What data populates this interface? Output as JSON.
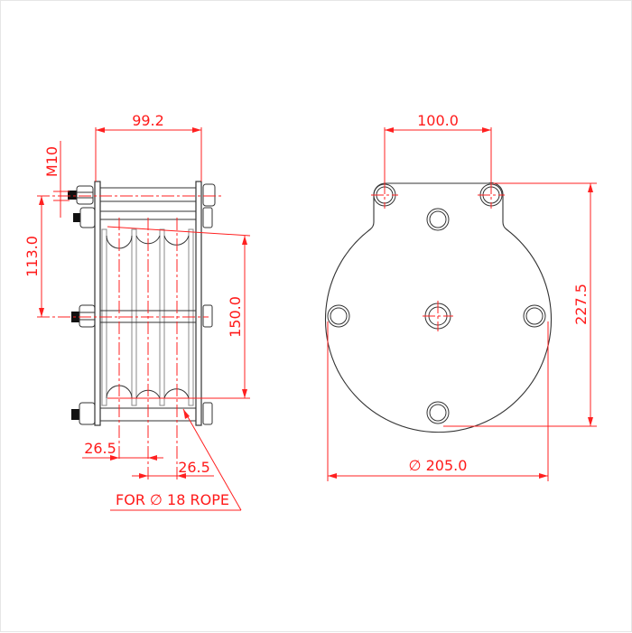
{
  "drawing": {
    "colors": {
      "dimension": "#ff1a1a",
      "object": "#333333",
      "border": "#e6e6e6",
      "background": "#ffffff"
    },
    "side_view": {
      "dimensions": {
        "width_top": "99.2",
        "bolt_size": "M10",
        "bolt_spacing": "113.0",
        "sheave_span": "150.0",
        "pitch_1": "26.5",
        "pitch_2": "26.5"
      },
      "note": "FOR ∅ 18 ROPE"
    },
    "front_view": {
      "dimensions": {
        "hole_spacing": "100.0",
        "height": "227.5",
        "diameter": "∅ 205.0"
      }
    }
  }
}
